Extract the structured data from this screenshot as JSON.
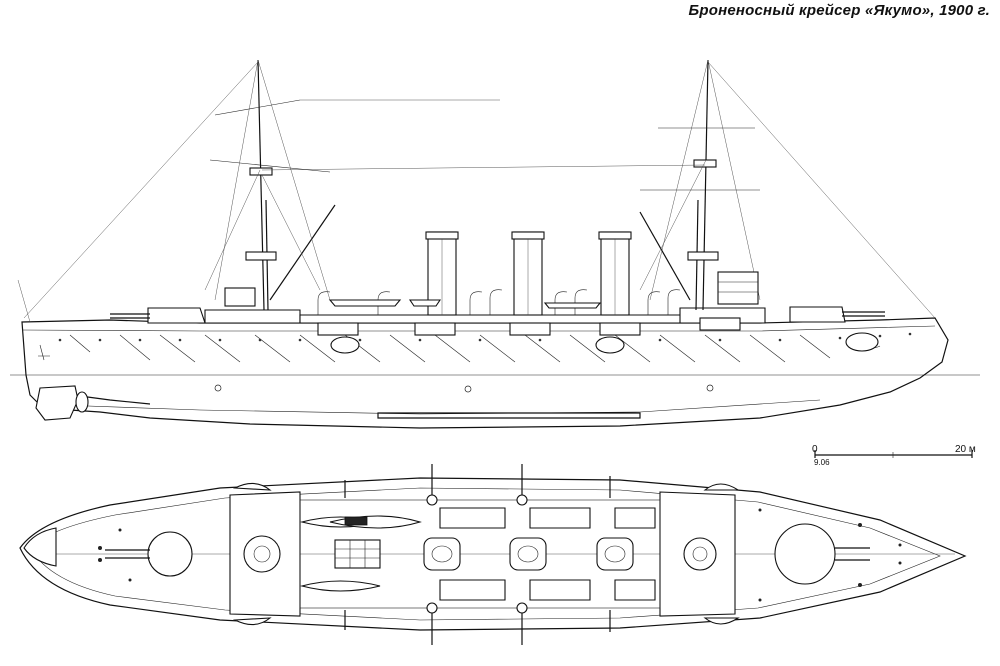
{
  "title": "Броненосный крейсер «Якумо», 1900 г.",
  "scale_bar": {
    "start_label": "0",
    "end_label": "20 м",
    "code": "9.06"
  },
  "views": {
    "side": {
      "name": "profile"
    },
    "top": {
      "name": "plan"
    }
  }
}
